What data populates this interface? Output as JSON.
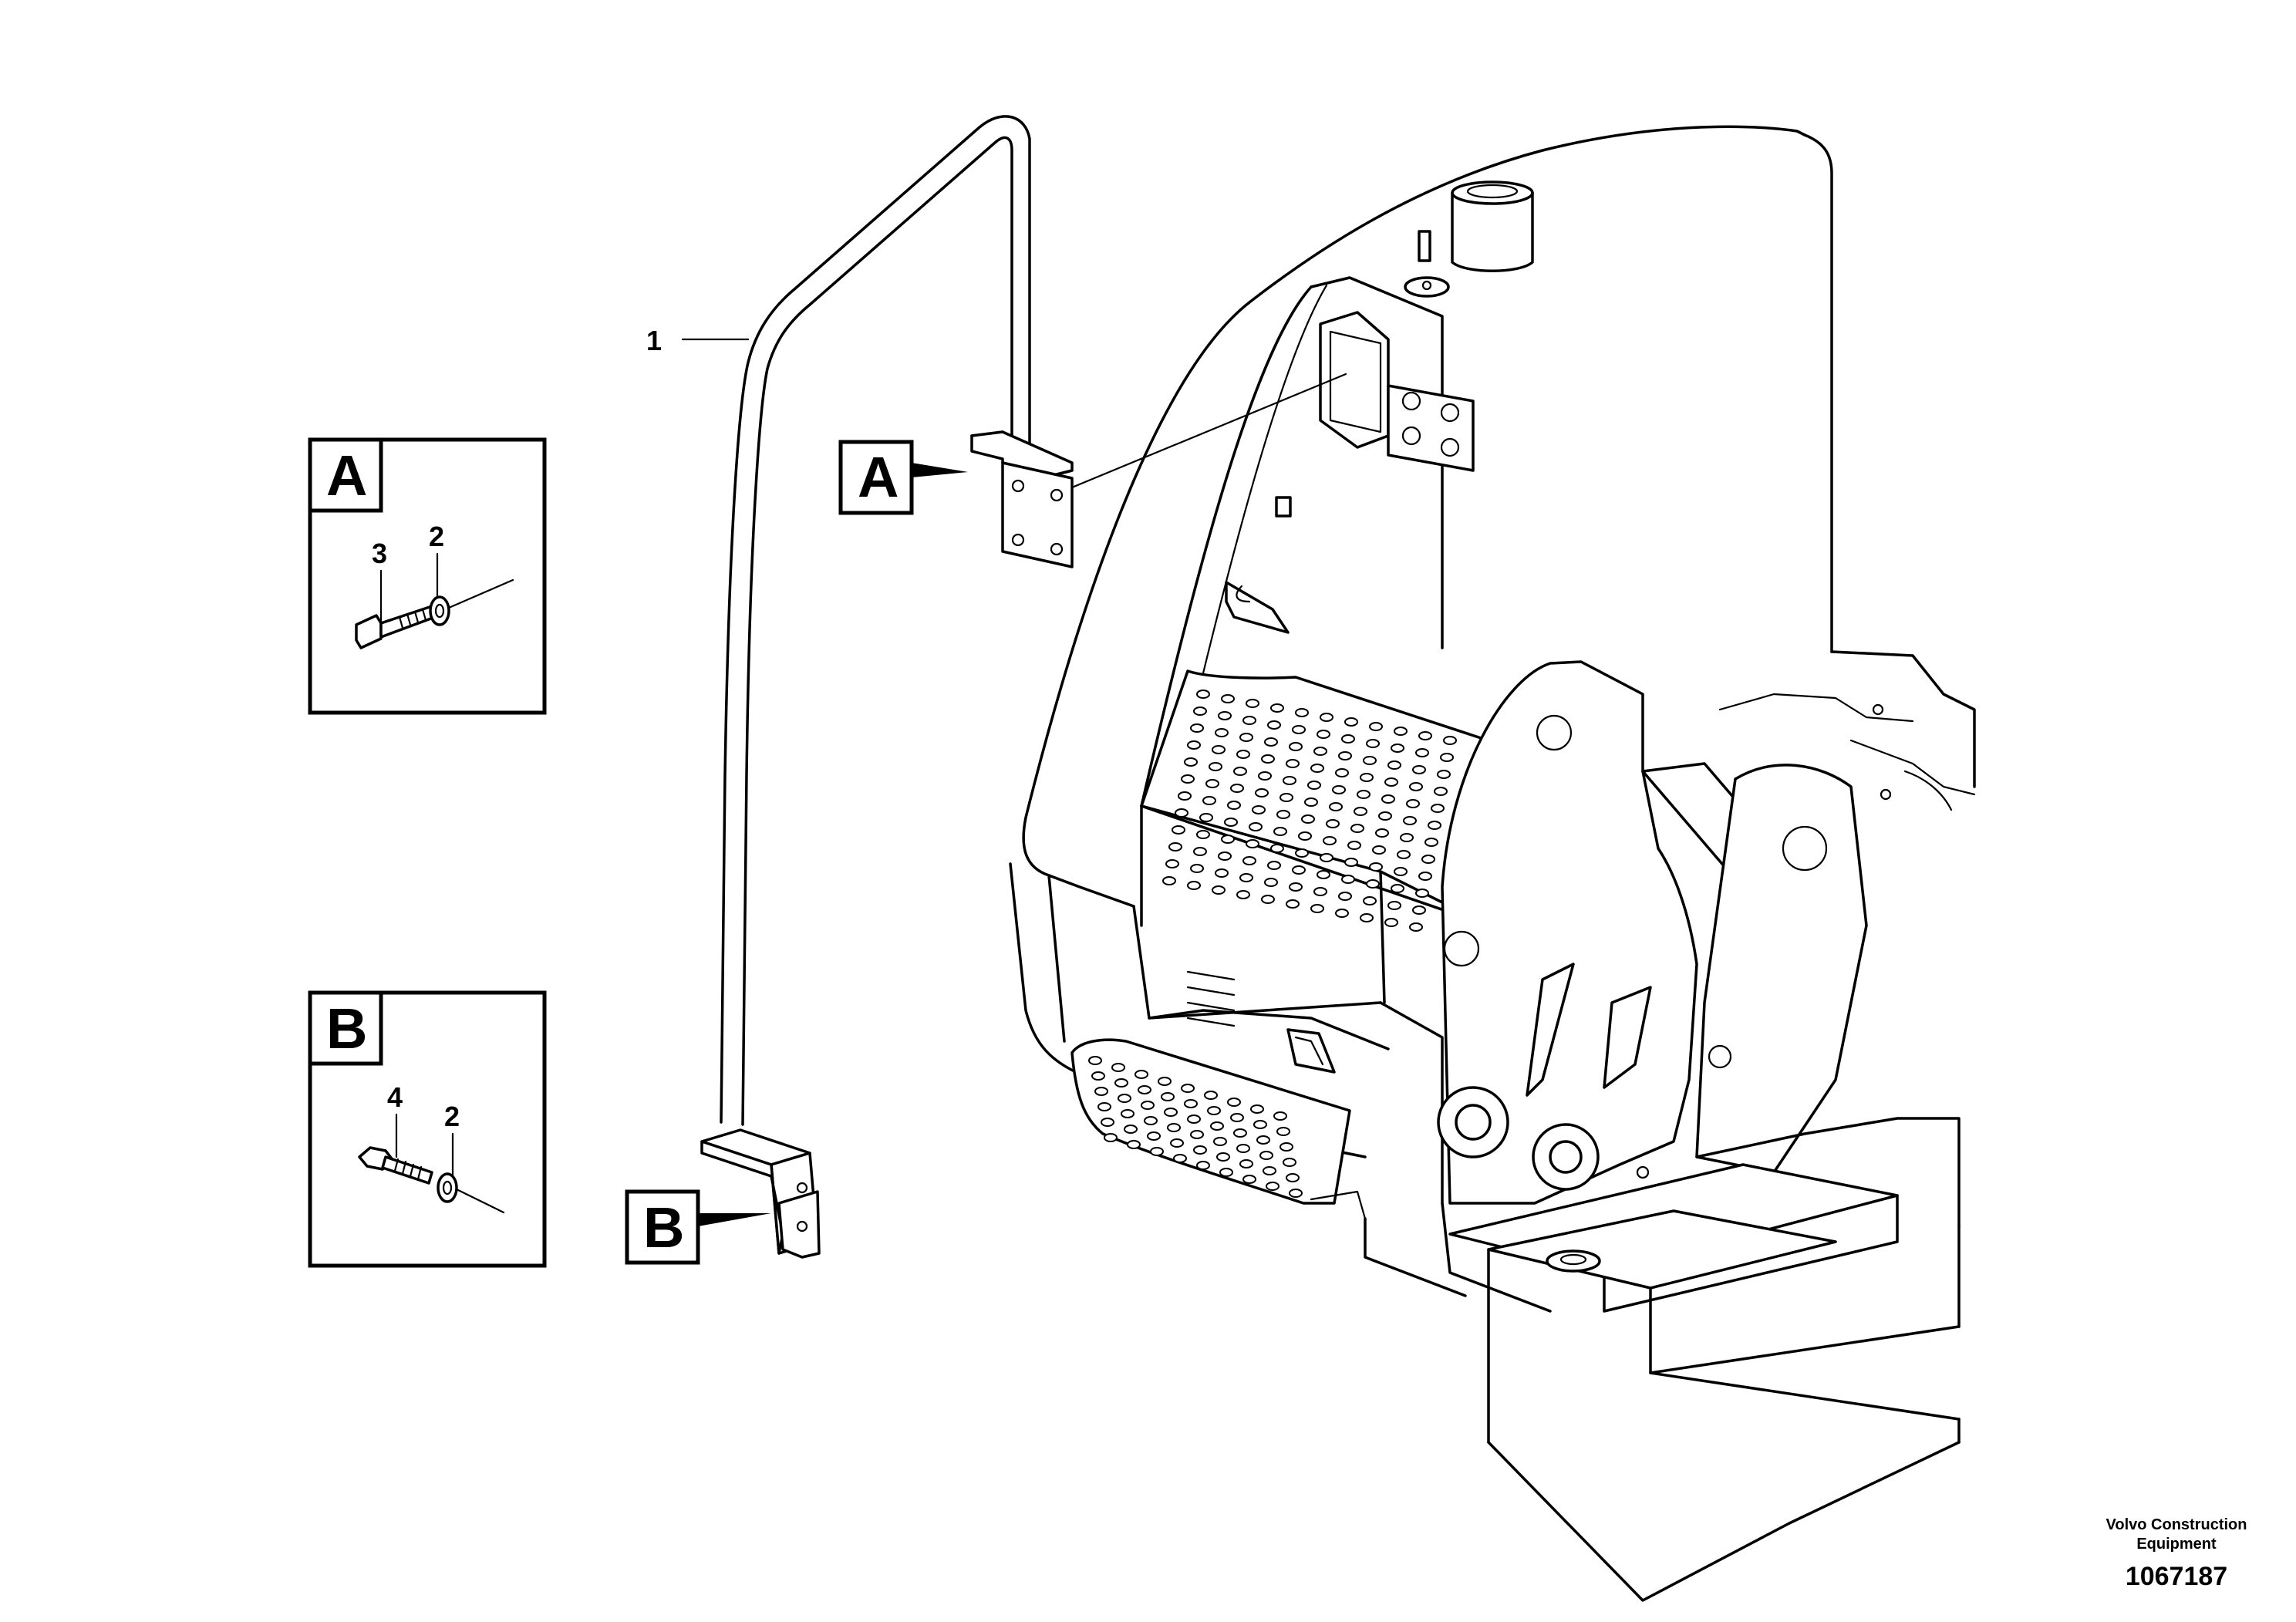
{
  "callouts": {
    "part_1": "1",
    "box_a_bolt": "3",
    "box_a_washer": "2",
    "box_b_bolt": "4",
    "box_b_washer": "2"
  },
  "detail_markers": {
    "a_label": "A",
    "b_label": "B"
  },
  "footer": {
    "company_line1": "Volvo Construction",
    "company_line2": "Equipment",
    "drawing_number": "1067187"
  }
}
